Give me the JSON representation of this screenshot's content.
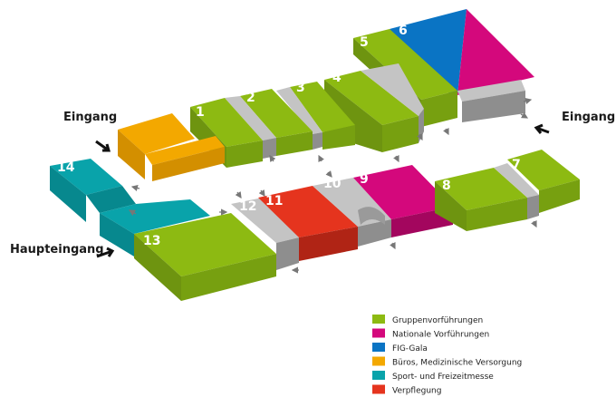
{
  "colors": {
    "green": "#8dba12",
    "magenta": "#d4087c",
    "blue": "#0a74c4",
    "orange": "#f3a800",
    "teal": "#09a3aa",
    "red": "#e5341e",
    "corridor": "#c4c4c4",
    "arrow": "#777777"
  },
  "entrances": {
    "left": "Eingang",
    "right": "Eingang",
    "main": "Haupteingang"
  },
  "halls": {
    "h1": "1",
    "h2": "2",
    "h3": "3",
    "h4": "4",
    "h5": "5",
    "h6": "6",
    "h7": "7",
    "h8": "8",
    "h9": "9",
    "h10": "10",
    "h11": "11",
    "h12": "12",
    "h13": "13",
    "h14": "14"
  },
  "legend": [
    {
      "label": "Gruppenvorführungen",
      "color": "#8dba12"
    },
    {
      "label": "Nationale Vorführungen",
      "color": "#d4087c"
    },
    {
      "label": "FIG-Gala",
      "color": "#0a74c4"
    },
    {
      "label": "Büros, Medizinische Versorgung",
      "color": "#f3a800"
    },
    {
      "label": "Sport- und Freizeitmesse",
      "color": "#09a3aa"
    },
    {
      "label": "Verpflegung",
      "color": "#e5341e"
    }
  ]
}
